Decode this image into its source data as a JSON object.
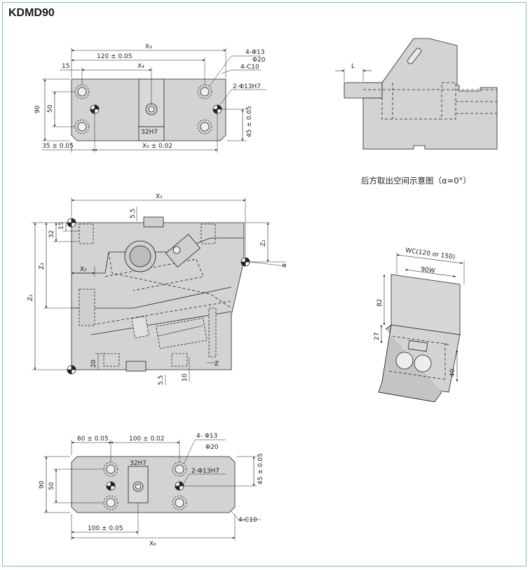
{
  "title": "KDMD90",
  "caption": "后方取出空间示意图（α=0°）",
  "top_view": {
    "dims": [
      "X₃",
      "120 ± 0.05",
      "X₄",
      "15",
      "90",
      "50",
      "32H7",
      "35 ± 0.05",
      "X₅ ± 0.02",
      "45 ± 0.05"
    ],
    "callouts": [
      "4-Φ13",
      "Φ20",
      "4-C10",
      "2-Φ13H7"
    ]
  },
  "side_view": {
    "dims": [
      "L"
    ]
  },
  "front_view": {
    "dims": [
      "X₁",
      "5.5",
      "15",
      "32",
      "Z₃",
      "Z₁",
      "Z₂",
      "α",
      "X₂",
      "20",
      "5.5",
      "10",
      "Z"
    ]
  },
  "iso_view": {
    "dims": [
      "WC(120 or 150)",
      "90W",
      "82",
      "27",
      "40"
    ]
  },
  "bottom_view": {
    "dims": [
      "60 ± 0.05",
      "100 ± 0.02",
      "32H7",
      "90",
      "50",
      "45 ± 0.05",
      "100 ± 0.05",
      "X₆"
    ],
    "callouts": [
      "4- Φ13",
      "Φ20",
      "2-Φ13H7",
      "4-C10"
    ]
  },
  "colors": {
    "plate": "#d3d3d3",
    "line": "#222222",
    "frame": "#7fbfb5"
  }
}
